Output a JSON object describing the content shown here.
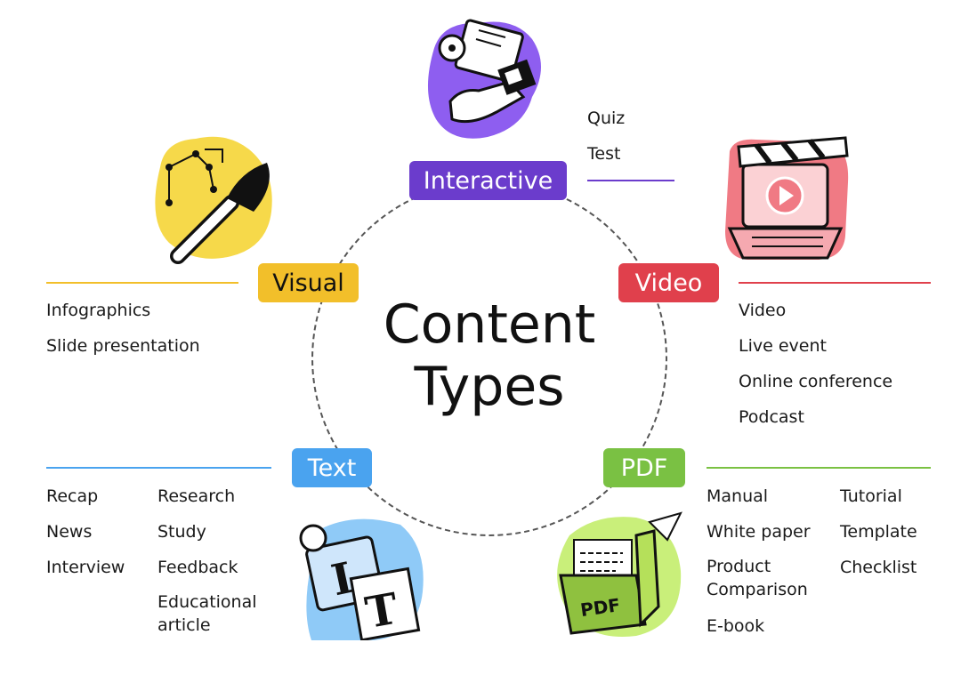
{
  "title_line1": "Content",
  "title_line2": "Types",
  "categories": {
    "interactive": {
      "label": "Interactive",
      "color": "#6b3ccc",
      "items": [
        "Quiz",
        "Test"
      ]
    },
    "video": {
      "label": "Video",
      "color": "#e0404c",
      "items": [
        "Video",
        "Live event",
        "Online conference",
        "Podcast"
      ]
    },
    "visual": {
      "label": "Visual",
      "color": "#f2bf2a",
      "items": [
        "Infographics",
        "Slide presentation"
      ]
    },
    "text": {
      "label": "Text",
      "color": "#4aa3ef",
      "items": [
        "Recap",
        "News",
        "Interview",
        "Research",
        "Study",
        "Feedback",
        "Educational\narticle"
      ]
    },
    "pdf": {
      "label": "PDF",
      "color": "#7ac143",
      "items": [
        "Manual",
        "White paper",
        "Product\nComparison",
        "E-book",
        "Tutorial",
        "Template",
        "Checklist"
      ],
      "icon_text": "PDF"
    }
  },
  "icons": {
    "interactive": "hand-with-card-icon",
    "video": "laptop-clapperboard-icon",
    "visual": "paintbrush-icon",
    "text": "text-tool-icon",
    "pdf": "pdf-folder-icon"
  }
}
